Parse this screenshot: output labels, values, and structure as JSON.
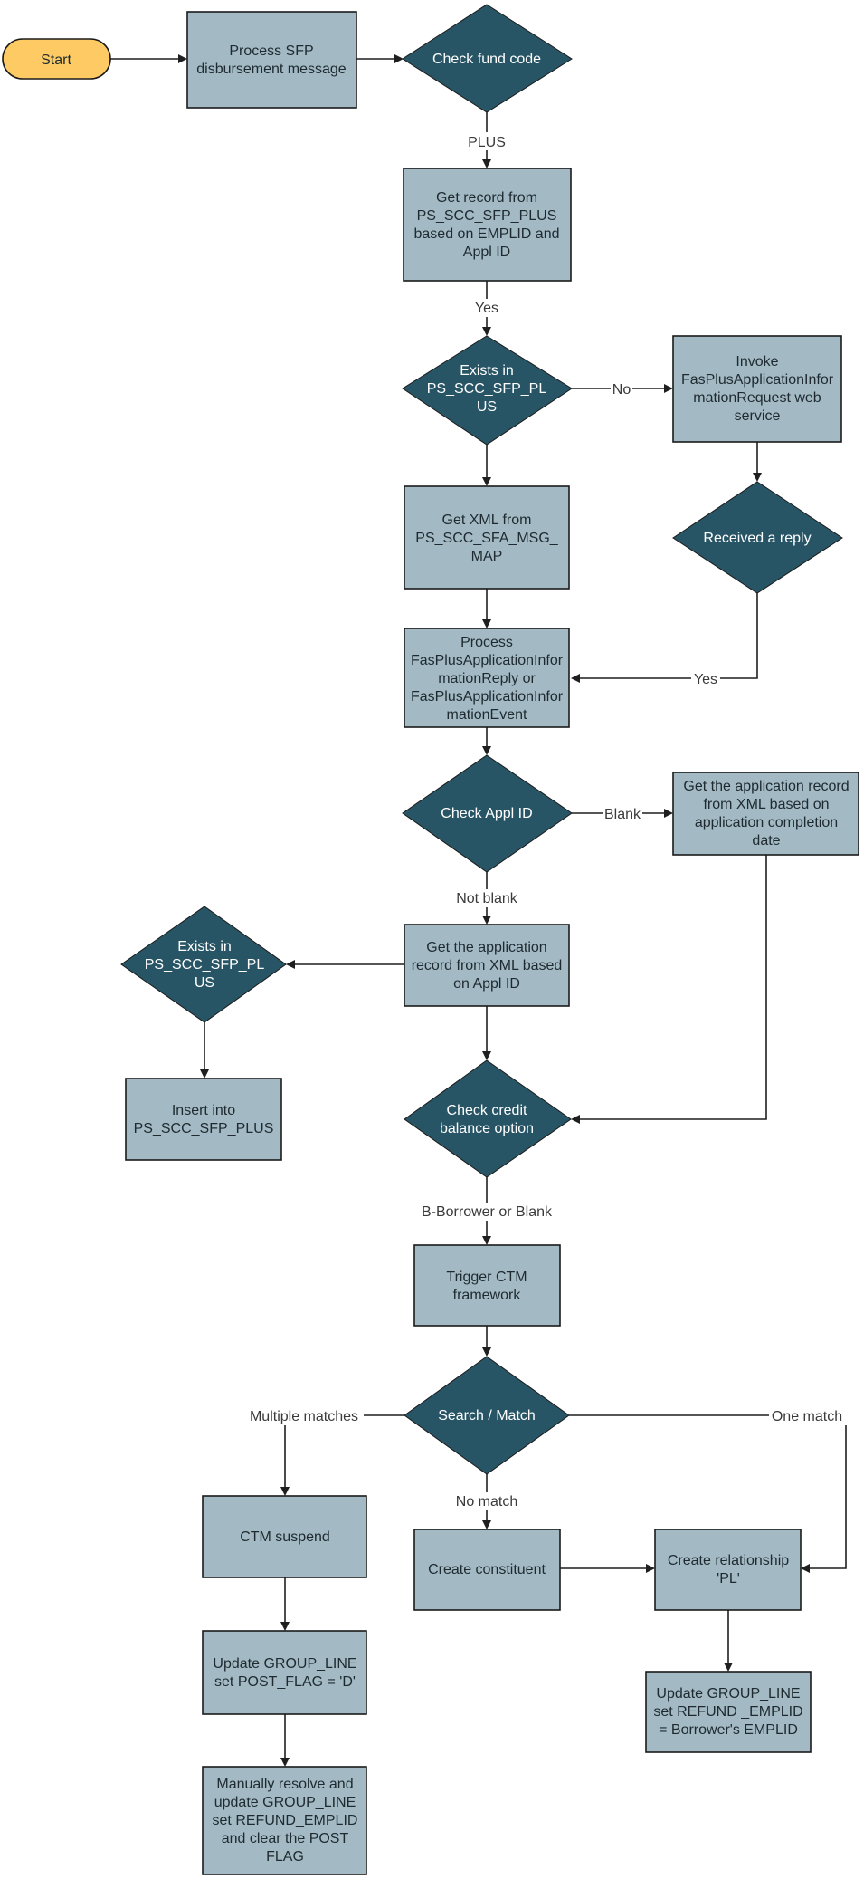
{
  "nodes": {
    "start": "Start",
    "process_sfp": [
      "Process SFP",
      "disbursement message"
    ],
    "check_fund": [
      "Check fund code"
    ],
    "get_record_plus": [
      "Get record from",
      "PS_SCC_SFP_PLUS",
      "based on EMPLID and",
      "Appl ID"
    ],
    "exists_plus_1": [
      "Exists in",
      "PS_SCC_SFP_PL",
      "US"
    ],
    "invoke_ws": [
      "Invoke",
      "FasPlusApplicationInfor",
      "mationRequest web",
      "service"
    ],
    "get_xml": [
      "Get XML from",
      "PS_SCC_SFA_MSG_",
      "MAP"
    ],
    "received_reply": [
      "Received a reply"
    ],
    "process_reply": [
      "Process",
      "FasPlusApplicationInfor",
      "mationReply or",
      "FasPlusApplicationInfor",
      "mationEvent"
    ],
    "check_appl_id": [
      "Check Appl ID"
    ],
    "get_app_by_date": [
      "Get the application record",
      "from XML based on",
      "application completion",
      "date"
    ],
    "get_app_by_id": [
      "Get the application",
      "record from XML based",
      "on Appl ID"
    ],
    "exists_plus_2": [
      "Exists in",
      "PS_SCC_SFP_PL",
      "US"
    ],
    "insert_plus": [
      "Insert into",
      "PS_SCC_SFP_PLUS"
    ],
    "check_credit": [
      "Check credit",
      "balance option"
    ],
    "trigger_ctm": [
      "Trigger CTM",
      "framework"
    ],
    "search_match": [
      "Search /  Match"
    ],
    "ctm_suspend": [
      "CTM suspend"
    ],
    "create_constituent": [
      "Create constituent"
    ],
    "create_relationship": [
      "Create relationship",
      "'PL'"
    ],
    "update_group_line_d": [
      "Update GROUP_LINE",
      "set POST_FLAG = 'D'"
    ],
    "update_refund_emplid": [
      "Update GROUP_LINE",
      "set REFUND _EMPLID",
      "= Borrower's EMPLID"
    ],
    "manual_resolve": [
      "Manually resolve and",
      "update  GROUP_LINE",
      "set REFUND_EMPLID",
      "and clear the POST",
      "FLAG"
    ]
  },
  "edges": {
    "plus": "PLUS",
    "yes_1": "Yes",
    "no": "No",
    "yes_2": "Yes",
    "blank": "Blank",
    "not_blank": "Not blank",
    "borrower_or_blank": "B-Borrower or Blank",
    "multiple_matches": "Multiple matches",
    "one_match": "One match",
    "no_match": "No match"
  },
  "colors": {
    "process_box": "#a3bac5",
    "decision": "#285566",
    "start": "#fdca63"
  }
}
